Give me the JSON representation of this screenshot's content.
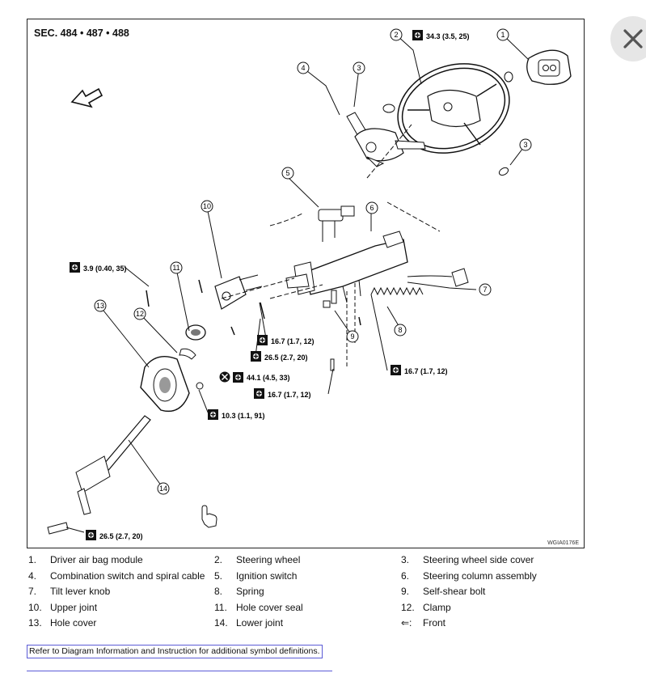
{
  "diagram": {
    "section_title": "SEC. 484 • 487 • 488",
    "figure_code": "WGIA0176E",
    "callouts": [
      "1",
      "2",
      "3",
      "3",
      "4",
      "5",
      "6",
      "7",
      "8",
      "9",
      "10",
      "11",
      "12",
      "13",
      "14"
    ],
    "torques": {
      "t1": "34.3 (3.5, 25)",
      "t2": "3.9 (0.40, 35)",
      "t3": "16.7 (1.7, 12)",
      "t4": "26.5 (2.7, 20)",
      "t5": "44.1 (4.5, 33)",
      "t6": "16.7 (1.7, 12)",
      "t7": "16.7 (1.7, 12)",
      "t8": "10.3 (1.1, 91)",
      "t9": "26.5 (2.7, 20)"
    }
  },
  "legend": {
    "items": [
      {
        "num": "1.",
        "label": "Driver air bag module"
      },
      {
        "num": "2.",
        "label": "Steering wheel"
      },
      {
        "num": "3.",
        "label": "Steering wheel side cover"
      },
      {
        "num": "4.",
        "label": "Combination switch and spiral cable"
      },
      {
        "num": "5.",
        "label": "Ignition switch"
      },
      {
        "num": "6.",
        "label": "Steering column assembly"
      },
      {
        "num": "7.",
        "label": "Tilt lever knob"
      },
      {
        "num": "8.",
        "label": "Spring"
      },
      {
        "num": "9.",
        "label": "Self-shear bolt"
      },
      {
        "num": "10.",
        "label": "Upper joint"
      },
      {
        "num": "11.",
        "label": "Hole cover seal"
      },
      {
        "num": "12.",
        "label": "Clamp"
      },
      {
        "num": "13.",
        "label": "Hole cover"
      },
      {
        "num": "14.",
        "label": "Lower joint"
      },
      {
        "num": "⇐:",
        "label": "Front"
      }
    ]
  },
  "reference_link": "Refer to Diagram Information and Instruction for additional symbol definitions."
}
